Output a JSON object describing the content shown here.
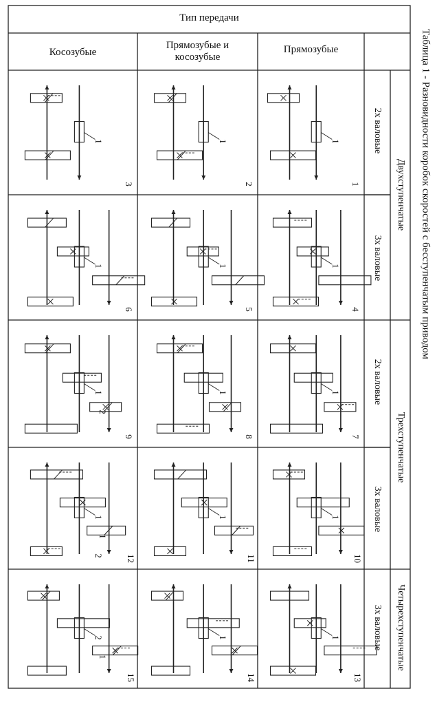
{
  "page": {
    "caption": "Таблица 1 - Разновидности коробок скоростей с бесступенчатым приводом"
  },
  "header": {
    "top": "Тип передачи",
    "columns": [
      "Косозубые",
      "Прямозубые и косозубые",
      "Прямозубые"
    ]
  },
  "groups": [
    "Двухступенчатые",
    "Трехступенчатые",
    "Четырехступенчатые"
  ],
  "subgroups": [
    "2х валовые",
    "3х валовые",
    "2х валовые",
    "3х валовые",
    "3х валовые"
  ],
  "diagrams": [
    {
      "number": "3",
      "part_labels": [
        "1"
      ]
    },
    {
      "number": "2",
      "part_labels": [
        "1"
      ]
    },
    {
      "number": "1",
      "part_labels": [
        "1"
      ]
    },
    {
      "number": "6",
      "part_labels": [
        "1"
      ]
    },
    {
      "number": "5",
      "part_labels": [
        "1"
      ]
    },
    {
      "number": "4",
      "part_labels": [
        "1"
      ]
    },
    {
      "number": "9",
      "part_labels": [
        "1",
        "2"
      ]
    },
    {
      "number": "8",
      "part_labels": [
        "1"
      ]
    },
    {
      "number": "7",
      "part_labels": [
        "1"
      ]
    },
    {
      "number": "12",
      "part_labels": [
        "1",
        "1",
        "2"
      ]
    },
    {
      "number": "11",
      "part_labels": [
        "1"
      ]
    },
    {
      "number": "10",
      "part_labels": [
        "1"
      ]
    },
    {
      "number": "15",
      "part_labels": [
        "2",
        "1"
      ]
    },
    {
      "number": "14",
      "part_labels": [
        "1"
      ]
    },
    {
      "number": "13",
      "part_labels": [
        "1"
      ]
    }
  ]
}
